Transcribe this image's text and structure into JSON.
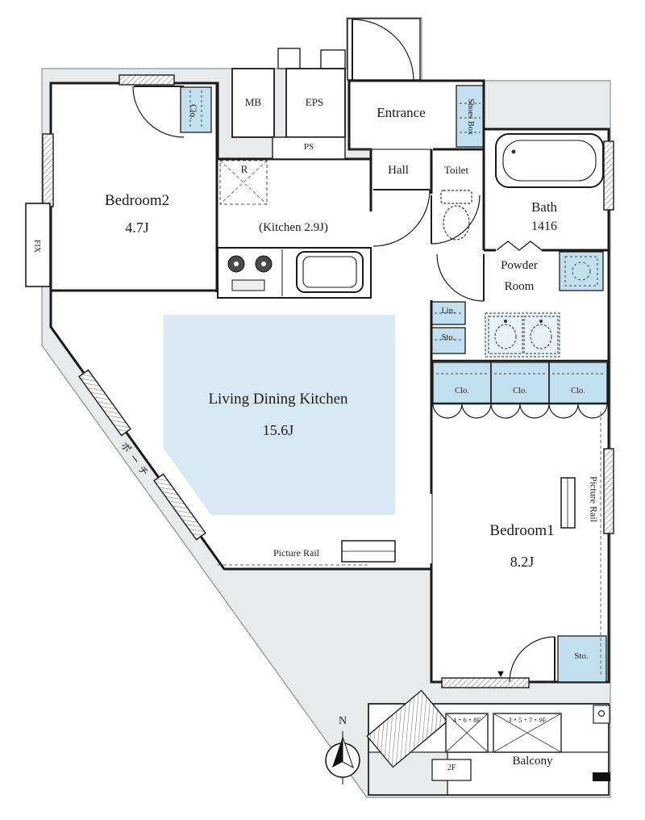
{
  "title": "Apartment Floor Plan 1LDK+2BR",
  "colors": {
    "wall": "#1a1a1a",
    "exterior_band": "#e8eaec",
    "storage_blue": "#c3e0f0",
    "ldk_floor_blue": "#d8e9f4"
  },
  "rooms": {
    "bedroom2": {
      "name": "Bedroom2",
      "size": "4.7J"
    },
    "kitchen": {
      "name": "(Kitchen 2.9J)"
    },
    "ldk": {
      "name": "Living Dining Kitchen",
      "size": "15.6J"
    },
    "bedroom1": {
      "name": "Bedroom1",
      "size": "8.2J"
    },
    "entrance": {
      "name": "Entrance"
    },
    "hall": {
      "name": "Hall"
    },
    "toilet": {
      "name": "Toilet"
    },
    "bath": {
      "name": "Bath",
      "size": "1416"
    },
    "powder_room": {
      "line1": "Powder",
      "line2": "Room"
    },
    "balcony": {
      "name": "Balcony"
    }
  },
  "labels": {
    "mb": "MB",
    "eps": "EPS",
    "ps": "PS",
    "fridge": "R",
    "shoes_box": "Shoes Box",
    "clo": "Clo.",
    "lin": "Lin.",
    "sto": "Sto.",
    "fix": "FIX",
    "porch": "ポーチ",
    "picture_rail": "Picture Rail",
    "north": "N",
    "triangle": "▼",
    "hatch_468": "4・6・8F",
    "hatch_3579": "3・5・7・9F",
    "hatch_2f": "2F"
  }
}
